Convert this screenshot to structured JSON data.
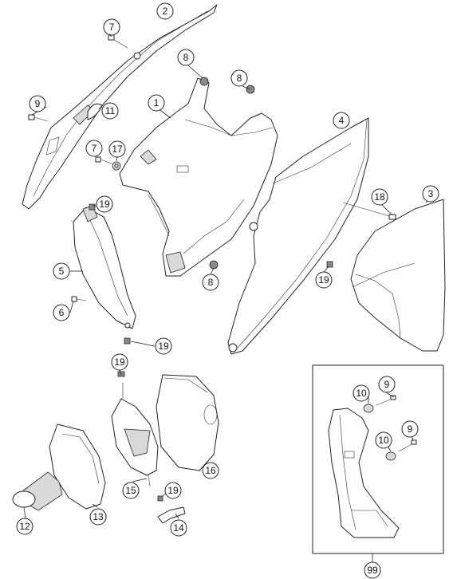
{
  "callouts": [
    {
      "id": "c2",
      "label": "2"
    },
    {
      "id": "c7a",
      "label": "7"
    },
    {
      "id": "c8a",
      "label": "8"
    },
    {
      "id": "c8b",
      "label": "8"
    },
    {
      "id": "c9a",
      "label": "9"
    },
    {
      "id": "c11",
      "label": "11"
    },
    {
      "id": "c1",
      "label": "1"
    },
    {
      "id": "c4",
      "label": "4"
    },
    {
      "id": "c7b",
      "label": "7"
    },
    {
      "id": "c17",
      "label": "17"
    },
    {
      "id": "c18",
      "label": "18"
    },
    {
      "id": "c3",
      "label": "3"
    },
    {
      "id": "c19a",
      "label": "19"
    },
    {
      "id": "c5",
      "label": "5"
    },
    {
      "id": "c8c",
      "label": "8"
    },
    {
      "id": "c19b",
      "label": "19"
    },
    {
      "id": "c6",
      "label": "6"
    },
    {
      "id": "c19c",
      "label": "19"
    },
    {
      "id": "c19d",
      "label": "19"
    },
    {
      "id": "c10a",
      "label": "10"
    },
    {
      "id": "c9b",
      "label": "9"
    },
    {
      "id": "c16",
      "label": "16"
    },
    {
      "id": "c10b",
      "label": "10"
    },
    {
      "id": "c9c",
      "label": "9"
    },
    {
      "id": "c15",
      "label": "15"
    },
    {
      "id": "c19e",
      "label": "19"
    },
    {
      "id": "c12",
      "label": "12"
    },
    {
      "id": "c13",
      "label": "13"
    },
    {
      "id": "c14",
      "label": "14"
    },
    {
      "id": "c99",
      "label": "99"
    }
  ]
}
